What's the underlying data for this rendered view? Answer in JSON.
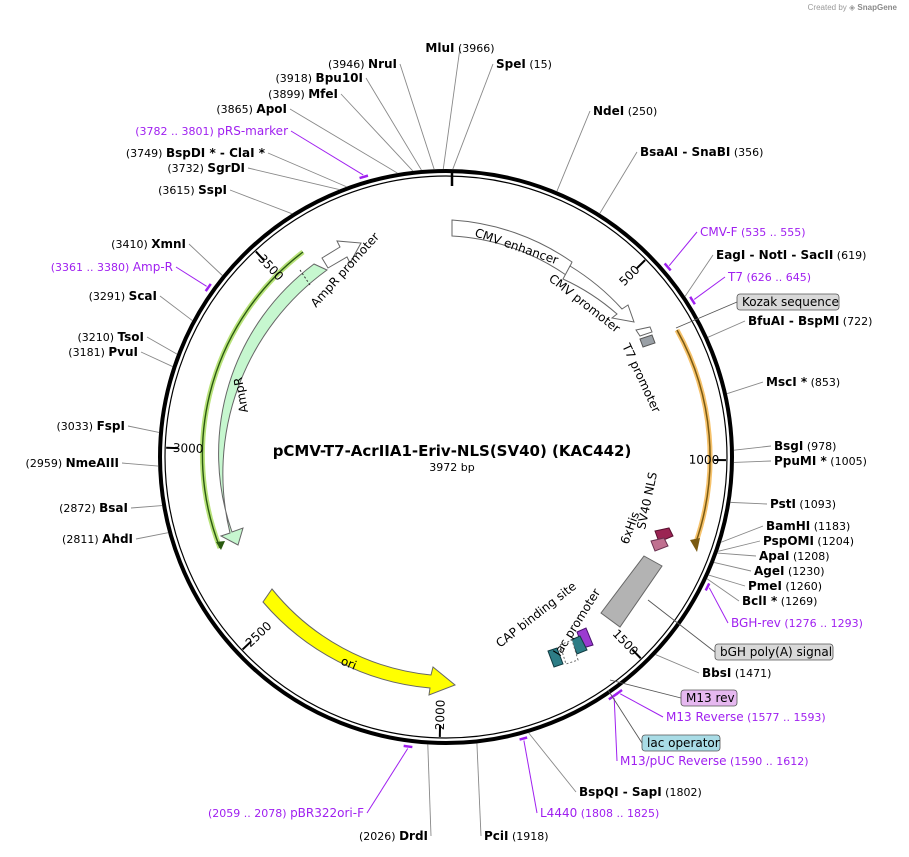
{
  "credit": {
    "prefix": "Created by",
    "brand": "SnapGene"
  },
  "title": "pCMV-T7-AcrIIA1-Eriv-NLS(SV40) (KAC442)",
  "subtitle": "3972 bp",
  "length": 3972,
  "colors": {
    "site": "#000000",
    "primer": "#a020f0",
    "feature_outline": "#555555",
    "ampr": "#c6f7cf",
    "ori": "#ffff00",
    "sv40": "#9b2453",
    "lac": "#2d7d86",
    "polyA": "#b3b3b3"
  },
  "ticks": [
    {
      "pos": 500,
      "label": "500"
    },
    {
      "pos": 1000,
      "label": "1000"
    },
    {
      "pos": 1500,
      "label": "1500"
    },
    {
      "pos": 2000,
      "label": "2000"
    },
    {
      "pos": 2500,
      "label": "2500"
    },
    {
      "pos": 3000,
      "label": "3000"
    },
    {
      "pos": 3500,
      "label": "3500"
    }
  ],
  "sites": [
    {
      "pos": 3966,
      "name": "MluI",
      "coord": "(3966)"
    },
    {
      "pos": 15,
      "name": "SpeI",
      "coord": "(15)"
    },
    {
      "pos": 250,
      "name": "NdeI",
      "coord": "(250)"
    },
    {
      "pos": 356,
      "name": "BsaAI  -  SnaBI",
      "coord": "(356)"
    },
    {
      "pos": 619,
      "name": "EagI  -  NotI  -  SacII",
      "coord": "(619)"
    },
    {
      "pos": 722,
      "name": "BfuAI  -  BspMI",
      "coord": "(722)"
    },
    {
      "pos": 853,
      "name": "MscI *",
      "coord": "(853)"
    },
    {
      "pos": 978,
      "name": "BsgI",
      "coord": "(978)"
    },
    {
      "pos": 1005,
      "name": "PpuMI *",
      "coord": "(1005)"
    },
    {
      "pos": 1093,
      "name": "PstI",
      "coord": "(1093)"
    },
    {
      "pos": 1183,
      "name": "BamHI",
      "coord": "(1183)"
    },
    {
      "pos": 1204,
      "name": "PspOMI",
      "coord": "(1204)"
    },
    {
      "pos": 1208,
      "name": "ApaI",
      "coord": "(1208)"
    },
    {
      "pos": 1230,
      "name": "AgeI",
      "coord": "(1230)"
    },
    {
      "pos": 1260,
      "name": "PmeI",
      "coord": "(1260)"
    },
    {
      "pos": 1269,
      "name": "BclI *",
      "coord": "(1269)"
    },
    {
      "pos": 1471,
      "name": "BbsI",
      "coord": "(1471)"
    },
    {
      "pos": 1802,
      "name": "BspQI  -  SapI",
      "coord": "(1802)"
    },
    {
      "pos": 1918,
      "name": "PciI",
      "coord": "(1918)"
    },
    {
      "pos": 2026,
      "name": "DrdI",
      "coord": "(2026)"
    },
    {
      "pos": 2811,
      "name": "AhdI",
      "coord": "(2811)"
    },
    {
      "pos": 2872,
      "name": "BsaI",
      "coord": "(2872)"
    },
    {
      "pos": 2959,
      "name": "NmeAIII",
      "coord": "(2959)"
    },
    {
      "pos": 3033,
      "name": "FspI",
      "coord": "(3033)"
    },
    {
      "pos": 3181,
      "name": "PvuI",
      "coord": "(3181)"
    },
    {
      "pos": 3210,
      "name": "TsoI",
      "coord": "(3210)"
    },
    {
      "pos": 3291,
      "name": "ScaI",
      "coord": "(3291)"
    },
    {
      "pos": 3410,
      "name": "XmnI",
      "coord": "(3410)"
    },
    {
      "pos": 3615,
      "name": "SspI",
      "coord": "(3615)"
    },
    {
      "pos": 3732,
      "name": "SgrDI",
      "coord": "(3732)"
    },
    {
      "pos": 3749,
      "name": "BspDI *  -  ClaI *",
      "coord": "(3749)"
    },
    {
      "pos": 3865,
      "name": "ApoI",
      "coord": "(3865)"
    },
    {
      "pos": 3899,
      "name": "MfeI",
      "coord": "(3899)"
    },
    {
      "pos": 3918,
      "name": "Bpu10I",
      "coord": "(3918)"
    },
    {
      "pos": 3946,
      "name": "NruI",
      "coord": "(3946)"
    }
  ],
  "primers": [
    {
      "start": 535,
      "end": 555,
      "name": "CMV-F",
      "coord": "(535 .. 555)"
    },
    {
      "start": 626,
      "end": 645,
      "name": "T7",
      "coord": "(626 .. 645)"
    },
    {
      "start": 1276,
      "end": 1293,
      "name": "BGH-rev",
      "coord": "(1276 .. 1293)"
    },
    {
      "start": 1577,
      "end": 1593,
      "name": "M13 Reverse",
      "coord": "(1577 .. 1593)"
    },
    {
      "start": 1590,
      "end": 1612,
      "name": "M13/pUC Reverse",
      "coord": "(1590 .. 1612)"
    },
    {
      "start": 1808,
      "end": 1825,
      "name": "L4440",
      "coord": "(1808 .. 1825)"
    },
    {
      "start": 2059,
      "end": 2078,
      "name": "pBR322ori-F",
      "coord": "(2059 .. 2078)"
    },
    {
      "start": 3361,
      "end": 3380,
      "name": "Amp-R",
      "coord": "(3361 .. 3380)"
    },
    {
      "start": 3782,
      "end": 3801,
      "name": "pRS-marker",
      "coord": "(3782 .. 3801)"
    }
  ],
  "boxed_labels": [
    {
      "text": "Kozak sequence",
      "fill": "#d9d9d9"
    },
    {
      "text": "bGH poly(A) signal",
      "fill": "#d9d9d9"
    },
    {
      "text": "M13 rev",
      "fill": "#e6b8f0"
    },
    {
      "text": "lac operator",
      "fill": "#a9dce6"
    }
  ],
  "features": [
    {
      "name": "CMV enhancer",
      "start": 1,
      "end": 380
    },
    {
      "name": "CMV promoter",
      "start": 380,
      "end": 584
    },
    {
      "name": "T7 promoter",
      "start": 626,
      "end": 645
    },
    {
      "name": "SV40 NLS",
      "start": 1140,
      "end": 1160
    },
    {
      "name": "6xHis",
      "start": 1165,
      "end": 1183
    },
    {
      "name": "lac promoter",
      "start": 1540,
      "end": 1570
    },
    {
      "name": "CAP binding site",
      "start": 1500,
      "end": 1522
    },
    {
      "name": "ori",
      "start": 2180,
      "end": 2769
    },
    {
      "name": "AmpR",
      "start": 2940,
      "end": 3600
    },
    {
      "name": "AmpR promoter",
      "start": 3600,
      "end": 3705
    }
  ]
}
